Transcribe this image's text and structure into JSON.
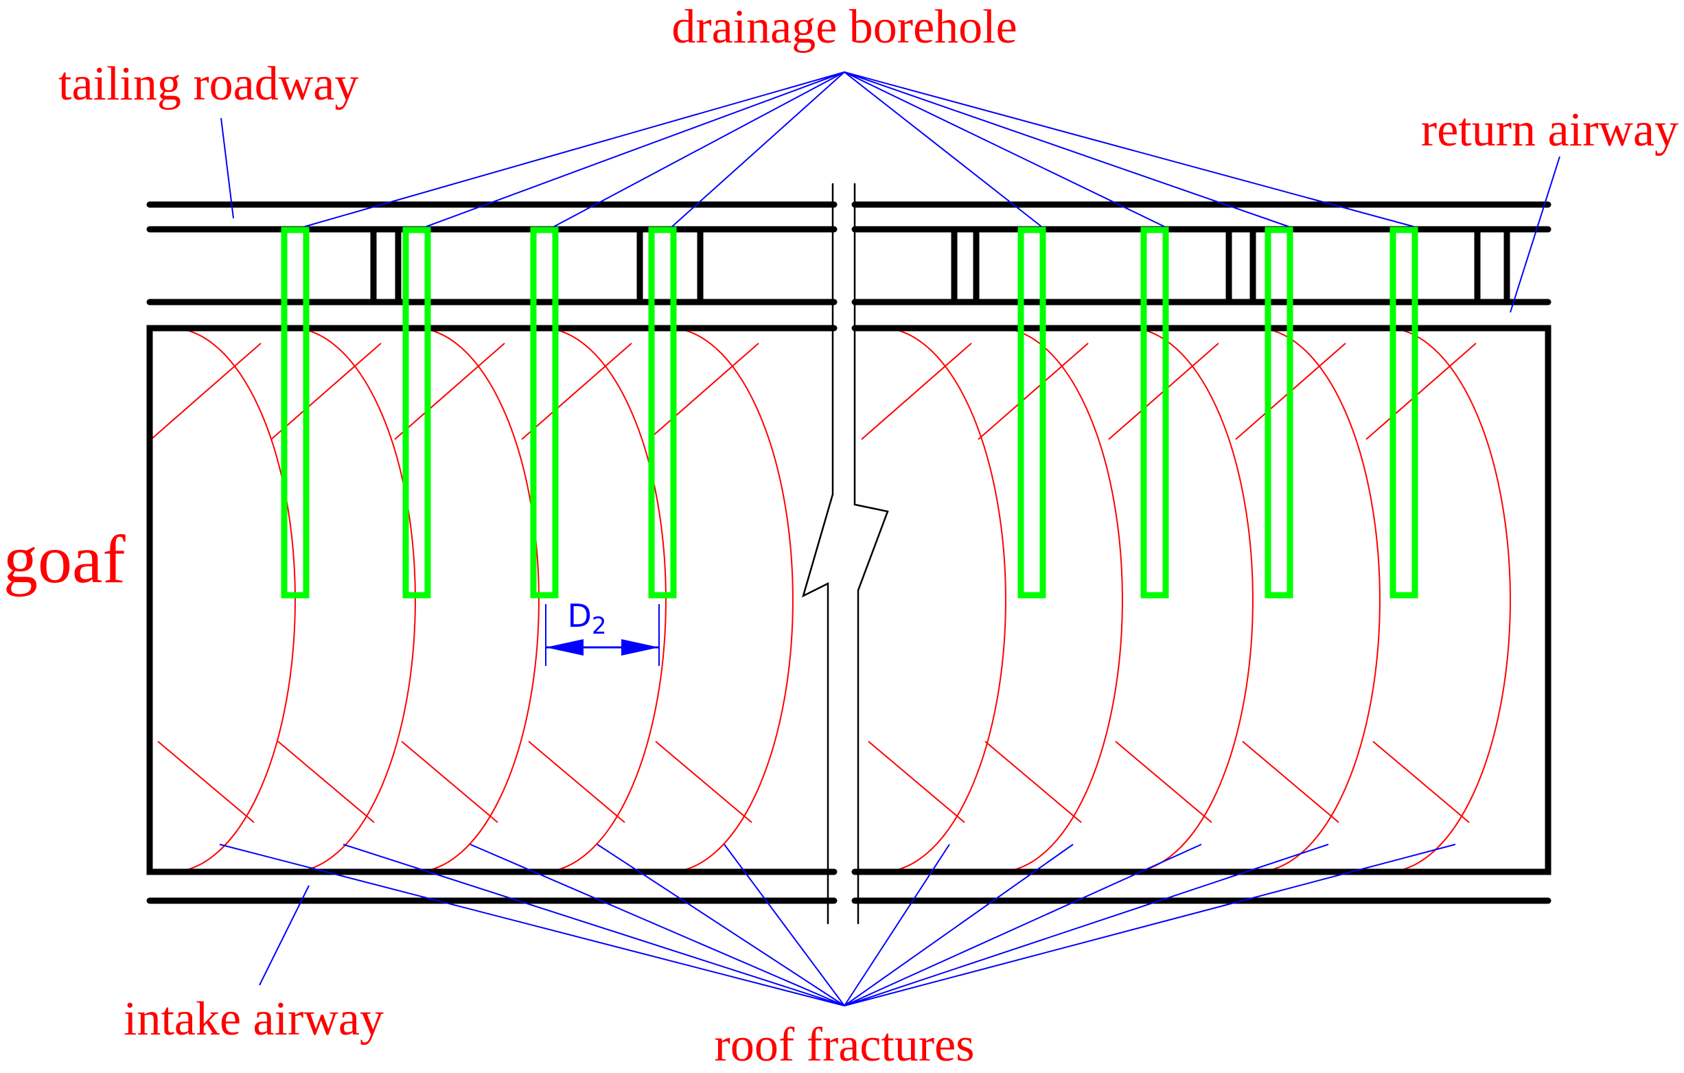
{
  "labels": {
    "drainage_borehole": "drainage borehole",
    "tailing_roadway": "tailing roadway",
    "return_airway": "return airway",
    "goaf": "goaf",
    "intake_airway": "intake airway",
    "roof_fractures": "roof fractures",
    "dimension_main": "D",
    "dimension_sub": "2"
  },
  "colors": {
    "label": "#ff0000",
    "leader": "#0000ff",
    "structure": "#000000",
    "borehole": "#00ff00",
    "fracture": "#ff0000",
    "dimension": "#0000ff"
  }
}
